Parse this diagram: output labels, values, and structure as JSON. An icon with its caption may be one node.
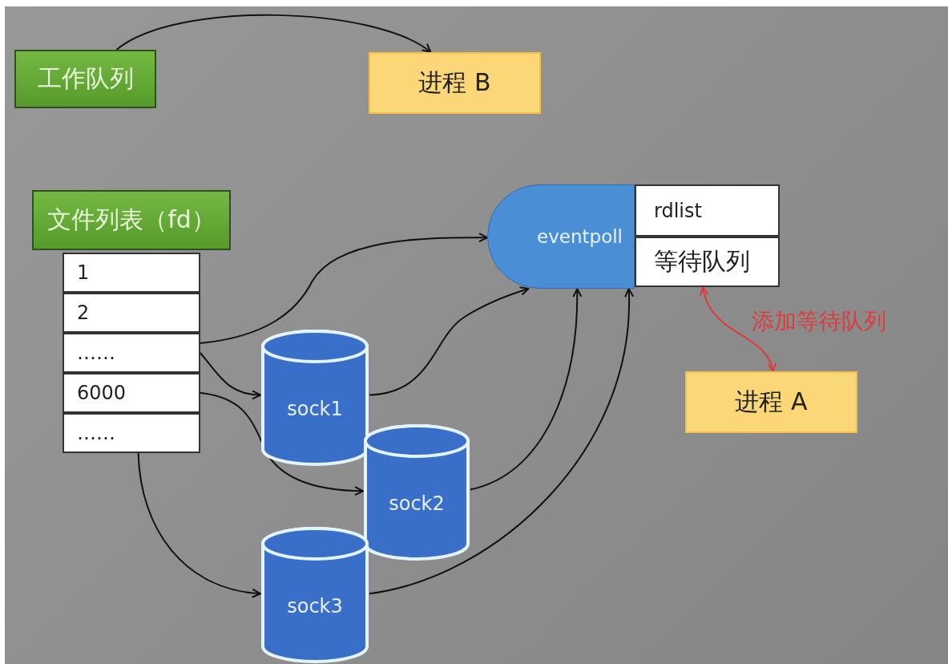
{
  "diagram": {
    "nodes": [
      {
        "text": [
          "工作队列"
        ]
      },
      {
        "text": [
          "进程 B"
        ]
      },
      {
        "text": [
          "文件列表（fd）"
        ]
      },
      {
        "text": [
          "1"
        ]
      },
      {
        "text": [
          "2"
        ]
      },
      {
        "text": [
          "……"
        ]
      },
      {
        "text": [
          "6000"
        ]
      },
      {
        "text": [
          "……"
        ]
      },
      {
        "text": [
          "eventpoll"
        ]
      },
      {
        "text": [
          "rdlist"
        ]
      },
      {
        "text": [
          "等待队列"
        ]
      },
      {
        "text": [
          "sock1"
        ]
      },
      {
        "text": [
          "sock2"
        ]
      },
      {
        "text": [
          "sock3"
        ]
      },
      {
        "text": [
          "进程 A"
        ]
      }
    ],
    "edges": [
      {
        "from": 0,
        "to": 1,
        "arrow": "to"
      },
      {
        "from": 5,
        "to": 8,
        "arrow": "to"
      },
      {
        "from": 5,
        "to": 11,
        "arrow": "to"
      },
      {
        "from": 6,
        "to": 12,
        "arrow": "to"
      },
      {
        "from": 7,
        "to": 13,
        "arrow": "to"
      },
      {
        "from": 11,
        "to": 8,
        "arrow": "to"
      },
      {
        "from": 12,
        "to": 8,
        "arrow": "to"
      },
      {
        "from": 13,
        "to": 8,
        "arrow": "to"
      },
      {
        "from": 14,
        "to": 10,
        "arrow": "both",
        "label": "添加等待队列",
        "color": "#e23a3a"
      }
    ]
  }
}
